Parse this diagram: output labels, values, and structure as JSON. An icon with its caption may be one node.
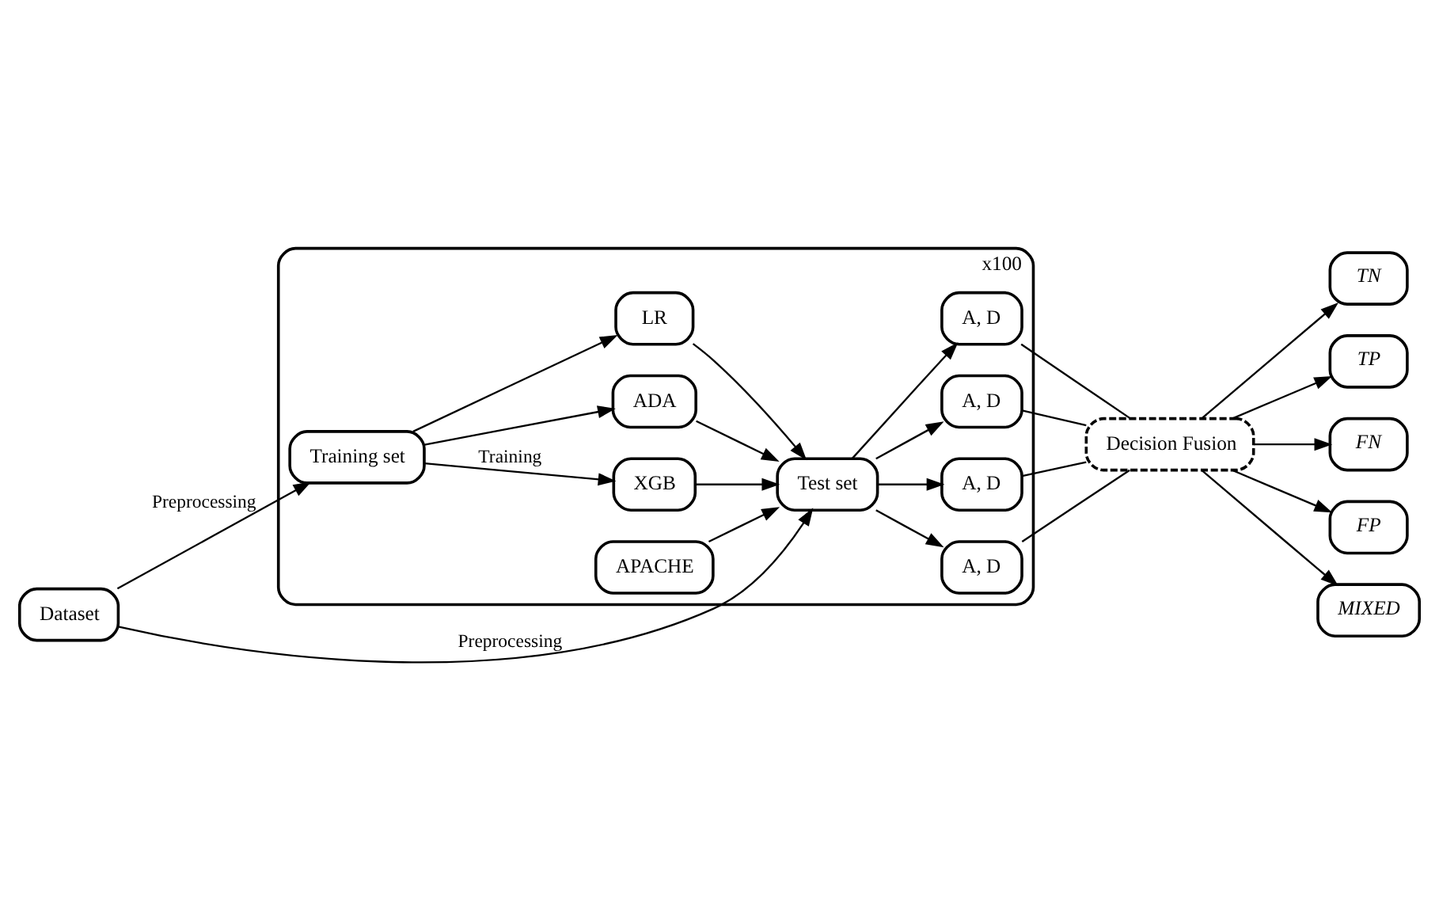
{
  "diagram": {
    "nodes": [
      {
        "text": [
          "Dataset"
        ]
      },
      {
        "text": [
          "x100"
        ]
      },
      {
        "text": [
          "Training set"
        ],
        "in": 1
      },
      {
        "text": [
          "XGB"
        ],
        "in": 1
      },
      {
        "text": [
          "ADA"
        ],
        "in": 1
      },
      {
        "text": [
          "LR"
        ],
        "in": 1
      },
      {
        "text": [
          "APACHE"
        ],
        "in": 1
      },
      {
        "text": [
          "Test set"
        ],
        "in": 1
      },
      {
        "text": [
          "A, D"
        ],
        "in": 1
      },
      {
        "text": [
          "A, D"
        ],
        "in": 1
      },
      {
        "text": [
          "A, D"
        ],
        "in": 1
      },
      {
        "text": [
          "A, D"
        ],
        "in": 1
      },
      {
        "text": [
          "Decision Fusion"
        ]
      },
      {
        "text": [
          "TN"
        ]
      },
      {
        "text": [
          "TP"
        ]
      },
      {
        "text": [
          "FN"
        ]
      },
      {
        "text": [
          "FP"
        ]
      },
      {
        "text": [
          "MIXED"
        ]
      }
    ],
    "edges": [
      {
        "from": 0,
        "to": 2,
        "arrow": "to",
        "label": "Preprocessing"
      },
      {
        "from": 0,
        "to": 7,
        "arrow": "to",
        "label": "Preprocessing"
      },
      {
        "from": 2,
        "to": 3,
        "arrow": "to",
        "label": "Training"
      },
      {
        "from": 2,
        "to": 4,
        "arrow": "to"
      },
      {
        "from": 2,
        "to": 5,
        "arrow": "to"
      },
      {
        "from": 3,
        "to": 7,
        "arrow": "to"
      },
      {
        "from": 4,
        "to": 7,
        "arrow": "to"
      },
      {
        "from": 5,
        "to": 7,
        "arrow": "to"
      },
      {
        "from": 6,
        "to": 7,
        "arrow": "to"
      },
      {
        "from": 7,
        "to": 8,
        "arrow": "to"
      },
      {
        "from": 7,
        "to": 9,
        "arrow": "to"
      },
      {
        "from": 7,
        "to": 10,
        "arrow": "to"
      },
      {
        "from": 7,
        "to": 11,
        "arrow": "to"
      },
      {
        "from": 8,
        "to": 12,
        "arrow": "none"
      },
      {
        "from": 9,
        "to": 12,
        "arrow": "none"
      },
      {
        "from": 10,
        "to": 12,
        "arrow": "none"
      },
      {
        "from": 11,
        "to": 12,
        "arrow": "none"
      },
      {
        "from": 12,
        "to": 13,
        "arrow": "to"
      },
      {
        "from": 12,
        "to": 14,
        "arrow": "to"
      },
      {
        "from": 12,
        "to": 15,
        "arrow": "to"
      },
      {
        "from": 12,
        "to": 16,
        "arrow": "to"
      },
      {
        "from": 12,
        "to": 17,
        "arrow": "to"
      }
    ]
  }
}
